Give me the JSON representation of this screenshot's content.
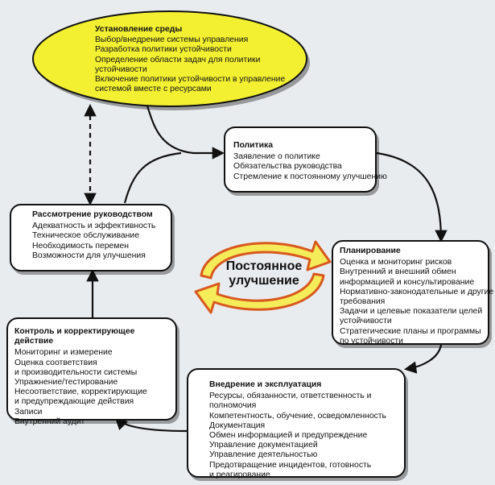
{
  "colors": {
    "ellipse_fill": "#f3f032",
    "arrow_fill": "#f5ec5a",
    "arrow_stroke": "#d8591e",
    "box_border": "#111111"
  },
  "environment": {
    "title": "Установление среды",
    "items": [
      "Выбор/внедрение системы управления",
      "Разработка политики устойчивости",
      "Определение области задач для политики",
      "устойчивости",
      "Включение политики устойчивости в управление",
      "системой вместе с ресурсами"
    ]
  },
  "policy": {
    "title": "Политика",
    "items": [
      "Заявление о политике",
      "Обязательства руководства",
      "Стремление к постоянному улучшению"
    ]
  },
  "review": {
    "title": "Рассмотрение руководством",
    "items": [
      "Адекватность и эффективность",
      "Техническое обслуживание",
      "Необходимость перемен",
      "Возможности для улучшения"
    ]
  },
  "planning": {
    "title": "Планирование",
    "items": [
      "Оценка и мониторинг рисков",
      "Внутренний и внешний обмен",
      "информацией и консультирование",
      "Нормативно-законодательные и другие",
      "требования",
      "Задачи и целевые показатели целей",
      "устойчивости",
      "Стратегические планы и программы",
      "по устойчивости"
    ]
  },
  "control": {
    "title": "Контроль и корректирующее действие",
    "items": [
      "Мониторинг и измерение",
      "Оценка соответствия",
      "и производительности системы",
      "Упражнение/тестирование",
      "Несоответствие, корректирующие",
      "и предупреждающие действия",
      "Записи",
      "Внутренний аудит"
    ]
  },
  "implementation": {
    "title": "Внедрение и эксплуатация",
    "items": [
      "Ресурсы, обязанности, ответственность и",
      "полномочия",
      "Компетентность, обучение, осведомленность",
      "Документация",
      "Обмен информацией и предупреждение",
      "Управление документацией",
      "Управление деятельностью",
      "Предотвращение инцидентов, готовность",
      "и реагирование"
    ]
  },
  "center": {
    "line1": "Постоянное",
    "line2": "улучшение"
  }
}
